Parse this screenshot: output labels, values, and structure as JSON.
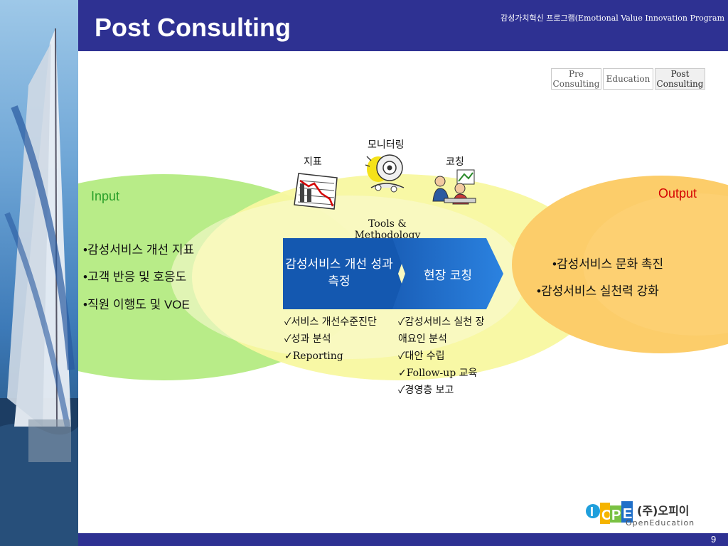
{
  "slide": {
    "title": "Post Consulting",
    "subtitle": "감성가치혁신 프로그램(Emotional Value Innovation Program",
    "page_number": "9"
  },
  "stages": [
    "Pre Consulting",
    "Education",
    "Post Consulting"
  ],
  "diagram": {
    "input_label": "Input",
    "output_label": "Output",
    "input_items": [
      "•감성서비스 개선 지표",
      "•고객 반응 및 호응도",
      "•직원 이행도 및 VOE"
    ],
    "output_items": [
      "•감성서비스 문화 촉진",
      "•감성서비스 실천력 강화"
    ],
    "tools": {
      "monitoring": "모니터링",
      "indicator": "지표",
      "coaching": "코칭",
      "caption": "Tools & Methodology"
    },
    "chevrons": [
      {
        "label": "감성서비스 개선 성과 측정"
      },
      {
        "label": "현장 코칭"
      }
    ],
    "checklist_left": [
      "✓서비스 개선수준진단",
      "✓성과 분석",
      "✓Reporting"
    ],
    "checklist_right": [
      "✓감성서비스 실천 장애요인 분석",
      "✓대안 수립",
      "✓Follow-up 교육",
      "✓경영층 보고"
    ]
  },
  "logo": {
    "mark": "IOPE",
    "company": "(주)오피이",
    "tagline": "OpenEducation"
  },
  "colors": {
    "header": "#2e3192",
    "input_ellipse": "#b8ec88",
    "center_ellipse": "#f8f8a0",
    "output_ellipse": "#fccd6a",
    "chevron": "#1e6fc8",
    "accent_red": "#d40000"
  }
}
